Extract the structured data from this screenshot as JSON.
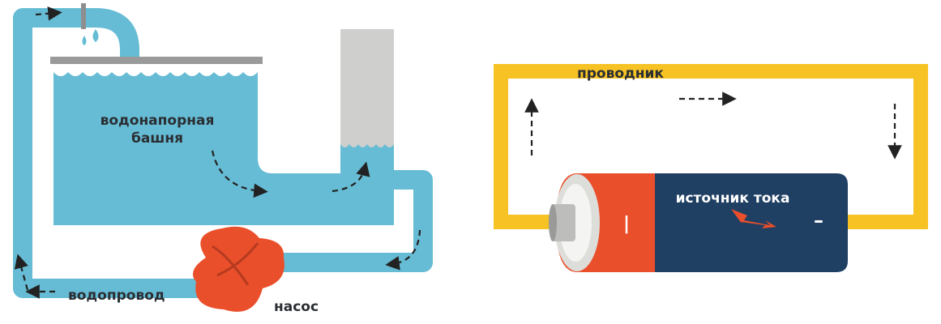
{
  "water_system": {
    "tower_label_line1": "водонапорная",
    "tower_label_line2": "башня",
    "pipe_label": "водопровод",
    "pump_label": "насос"
  },
  "electric_circuit": {
    "conductor_label": "проводник",
    "source_label": "источник тока",
    "plus_sign": "|",
    "minus_sign": "–"
  },
  "colors": {
    "water": "#66bcd4",
    "water_light": "#9ad3e3",
    "pump": "#ea4f2b",
    "pump_dark": "#b53a1f",
    "wire": "#f6c224",
    "battery_body": "#1f3f63",
    "battery_cap": "#ea4f2b",
    "grey": "#c9c9c7",
    "dark_grey": "#8e8e8e"
  }
}
